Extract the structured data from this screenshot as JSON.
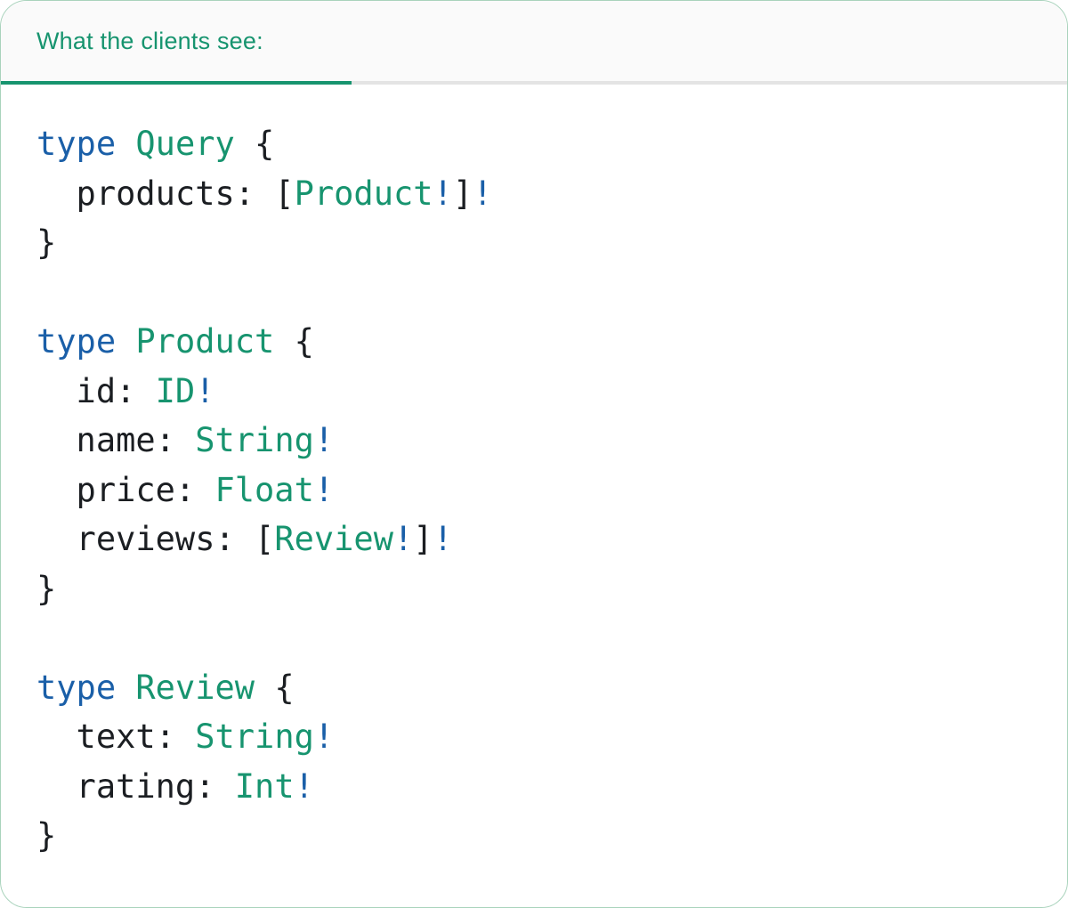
{
  "tab": {
    "label": "What the clients see:"
  },
  "colors": {
    "accent_green": "#17946F",
    "keyword_blue": "#1A5FA8",
    "code_text": "#1B1E22",
    "tab_bar_bg": "#FAFAFA",
    "separator_gray": "#E4E4E4",
    "card_border": "#A9D3BC"
  },
  "code": {
    "language": "graphql-sdl",
    "lines": [
      [
        [
          "k",
          "type "
        ],
        [
          "t",
          "Query"
        ],
        [
          "p",
          " {"
        ]
      ],
      [
        [
          "p",
          "  products: ["
        ],
        [
          "t",
          "Product"
        ],
        [
          "b",
          "!"
        ],
        [
          "p",
          "]"
        ],
        [
          "b",
          "!"
        ]
      ],
      [
        [
          "p",
          "}"
        ]
      ],
      [],
      [
        [
          "k",
          "type "
        ],
        [
          "t",
          "Product"
        ],
        [
          "p",
          " {"
        ]
      ],
      [
        [
          "p",
          "  id: "
        ],
        [
          "t",
          "ID"
        ],
        [
          "b",
          "!"
        ]
      ],
      [
        [
          "p",
          "  name: "
        ],
        [
          "t",
          "String"
        ],
        [
          "b",
          "!"
        ]
      ],
      [
        [
          "p",
          "  price: "
        ],
        [
          "t",
          "Float"
        ],
        [
          "b",
          "!"
        ]
      ],
      [
        [
          "p",
          "  reviews: ["
        ],
        [
          "t",
          "Review"
        ],
        [
          "b",
          "!"
        ],
        [
          "p",
          "]"
        ],
        [
          "b",
          "!"
        ]
      ],
      [
        [
          "p",
          "}"
        ]
      ],
      [],
      [
        [
          "k",
          "type "
        ],
        [
          "t",
          "Review"
        ],
        [
          "p",
          " {"
        ]
      ],
      [
        [
          "p",
          "  text: "
        ],
        [
          "t",
          "String"
        ],
        [
          "b",
          "!"
        ]
      ],
      [
        [
          "p",
          "  rating: "
        ],
        [
          "t",
          "Int"
        ],
        [
          "b",
          "!"
        ]
      ],
      [
        [
          "p",
          "}"
        ]
      ]
    ]
  }
}
